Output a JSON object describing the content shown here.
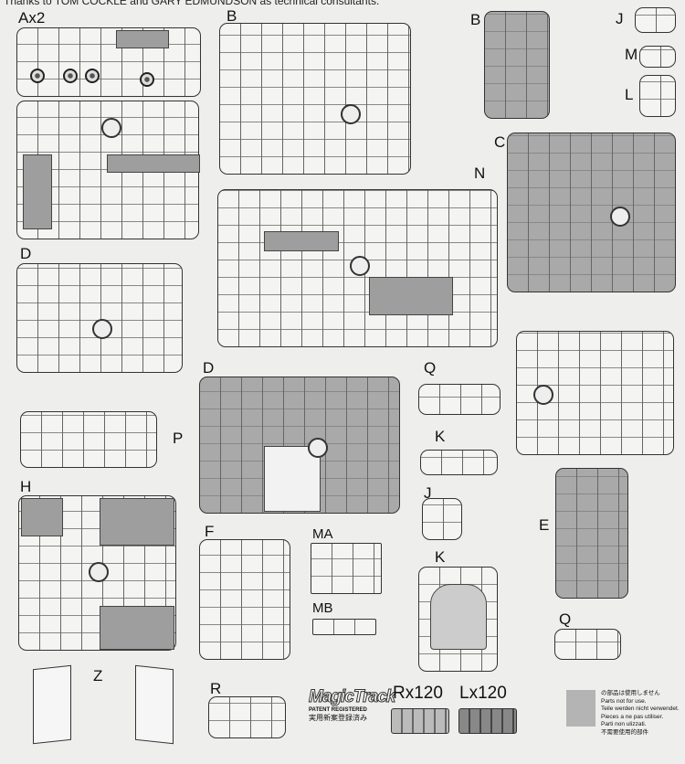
{
  "credit": "Thanks to TOM COCKLE and GARY EDMUNDSON as technical consultants.",
  "sprues": {
    "ax2": "Ax2",
    "b_main": "B",
    "b_small": "B",
    "j_top": "J",
    "m": "M",
    "l": "L",
    "c": "C",
    "n": "N",
    "d_left": "D",
    "p": "P",
    "d_center": "D",
    "q_top": "Q",
    "k_top": "K",
    "j_bottom": "J",
    "h": "H",
    "f": "F",
    "ma": "MA",
    "mb": "MB",
    "k_bottom": "K",
    "e": "E",
    "q_bottom": "Q",
    "z": "Z",
    "r": "R"
  },
  "track": {
    "logo": "MagicTrack",
    "patent": "PATENT REGISTERED",
    "patent_jp": "実用新案登録済み",
    "right": "Rx120",
    "left": "Lx120"
  },
  "legend": {
    "lines": [
      "の部品は使用しません",
      "Parts not for use.",
      "Teile werden nicht verwendet.",
      "Pieces a ne pas utiliser.",
      "Parti non ulizzati.",
      "不需要使用的部件"
    ],
    "swatch_color": "#b4b4b4"
  }
}
